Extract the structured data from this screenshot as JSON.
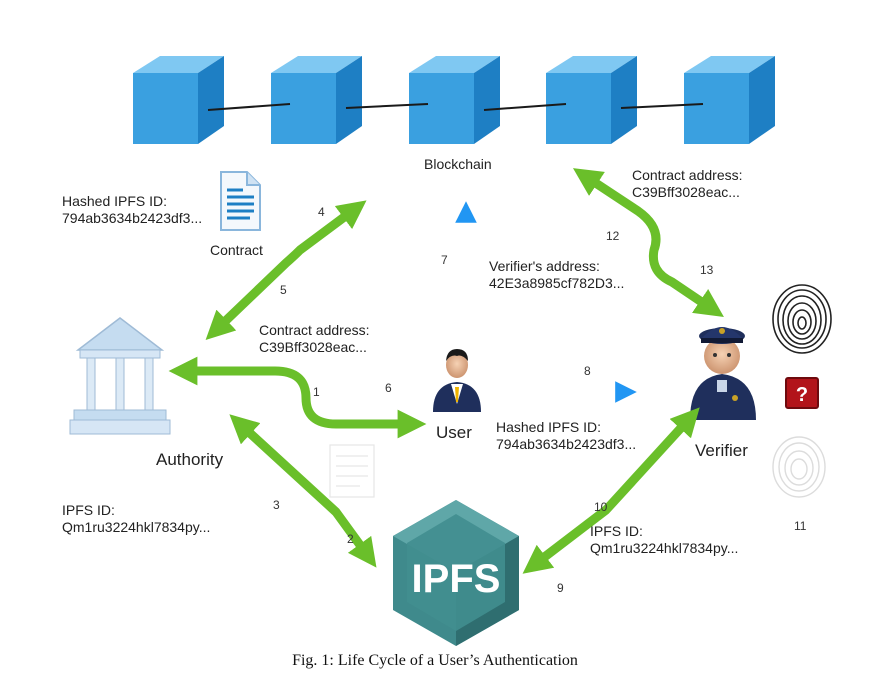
{
  "labels": {
    "blockchain": "Blockchain",
    "authority": "Authority",
    "user": "User",
    "verifier": "Verifier",
    "contract": "Contract",
    "ipfs_logo": "IPFS",
    "question_mark": "?"
  },
  "annotations": {
    "hashed_ipfs_left_title": "Hashed IPFS ID:",
    "hashed_ipfs_left_value": "794ab3634b2423df3...",
    "contract_addr_mid_title": "Contract address:",
    "contract_addr_mid_value": "C39Bff3028eac...",
    "verifier_addr_title": "Verifier's address:",
    "verifier_addr_value": "42E3a8985cf782D3...",
    "contract_addr_right_title": "Contract address:",
    "contract_addr_right_value": "C39Bff3028eac...",
    "hashed_ipfs_right_title": "Hashed IPFS ID:",
    "hashed_ipfs_right_value": "794ab3634b2423df3...",
    "ipfs_id_left_title": "IPFS ID:",
    "ipfs_id_left_value": "Qm1ru3224hkl7834py...",
    "ipfs_id_right_title": "IPFS ID:",
    "ipfs_id_right_value": "Qm1ru3224hkl7834py..."
  },
  "steps": {
    "s1": "1",
    "s2": "2",
    "s3": "3",
    "s4": "4",
    "s5": "5",
    "s6": "6",
    "s7": "7",
    "s8": "8",
    "s9": "9",
    "s10": "10",
    "s11": "11",
    "s12": "12",
    "s13": "13"
  },
  "caption": "Fig. 1: Life Cycle of a User’s Authentication",
  "colors": {
    "green_arrow": "#6abf2a",
    "blue_arrow": "#2196f3",
    "cube_front": "#3aa0e0",
    "cube_top": "#7fc8f2",
    "cube_side": "#1e7fc4",
    "authority": "#c5dcf0",
    "ipfs_hex": "#3f8a8c",
    "uniform": "#1f2f5c"
  }
}
